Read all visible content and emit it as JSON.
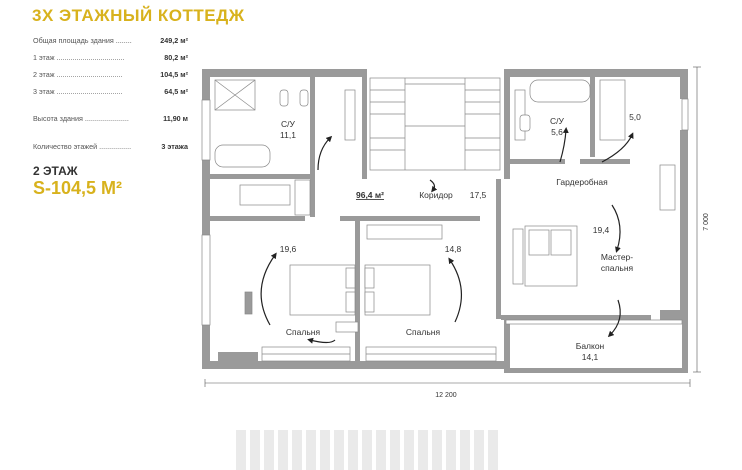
{
  "title": "3Х ЭТАЖНЫЙ КОТТЕДЖ",
  "specs": [
    {
      "label": "Общая площадь здания ........",
      "value": "249,2 м²"
    },
    {
      "label": "1 этаж ..................................",
      "value": "80,2 м²"
    },
    {
      "label": "2 этаж .................................",
      "value": "104,5 м²"
    },
    {
      "label": "3 этаж .................................",
      "value": "64,5 м²"
    },
    {
      "label": "Высота здания ......................",
      "value": "11,90 м"
    },
    {
      "label": "Количество этажей ................",
      "value": "3 этажа"
    }
  ],
  "floor": {
    "label": "2 ЭТАЖ",
    "area": "S-104,5 М²"
  },
  "rooms": {
    "bath_left": {
      "name": "С/У",
      "area": "11,1"
    },
    "bath_right": {
      "name": "С/У",
      "area": "5,6"
    },
    "closet_area": "5,0",
    "closet_name": "Гардеробная",
    "hall_total": "96,4 м²",
    "corridor_name": "Коридор",
    "corridor_area": "17,5",
    "bedroom_left": {
      "name": "Спальня",
      "area": "19,6"
    },
    "bedroom_mid": {
      "name": "Спальня",
      "area": "14,8"
    },
    "master": {
      "name1": "Мастер-",
      "name2": "спальня",
      "area": "19,4"
    },
    "balcony": {
      "name": "Балкон",
      "area": "14,1"
    }
  },
  "dimensions": {
    "width": "12 200",
    "height": "7 000"
  },
  "colors": {
    "accent": "#d8b21d",
    "wall": "#9a9a9a",
    "text": "#333333"
  }
}
